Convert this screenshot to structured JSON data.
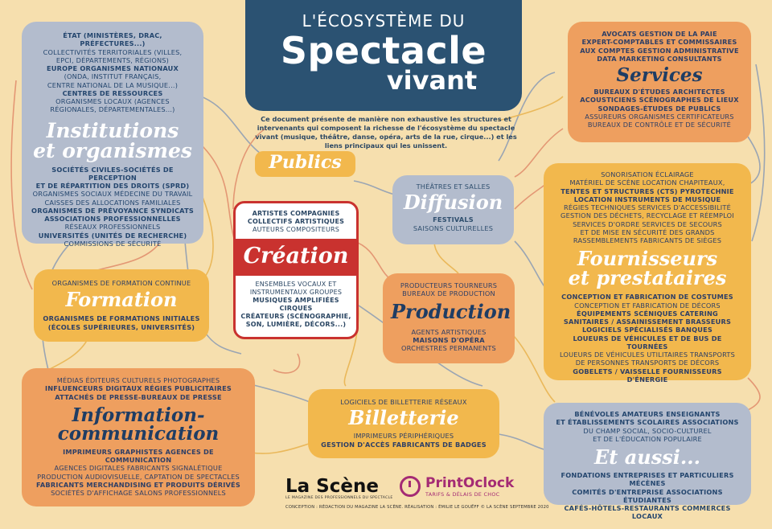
{
  "header": {
    "line1": "L'ÉCOSYSTÈME DU",
    "line2": "Spectacle",
    "line3": "vivant"
  },
  "intro": "Ce document présente de manière non exhaustive les structures et intervenants qui composent la richesse de l'écosystème du spectacle vivant (musique, théâtre, danse, opéra, arts de la rue, cirque...) et les liens principaux qui les unissent.",
  "institutions": {
    "title_1": "Institutions",
    "title_2": "et organismes",
    "top": [
      "ÉTAT (MINISTÈRES, DRAC, PRÉFECTURES...)",
      "COLLECTIVITÉS TERRITORIALES (VILLES,",
      "EPCI, DÉPARTEMENTS, RÉGIONS)",
      "EUROPE ORGANISMES NATIONAUX",
      "(ONDA, INSTITUT FRANÇAIS,",
      "CENTRE NATIONAL DE LA MUSIQUE...)",
      "CENTRES DE RESSOURCES",
      "ORGANISMES LOCAUX (AGENCES",
      "RÉGIONALES, DÉPARTEMENTALES...)"
    ],
    "bottom": [
      "SOCIÉTÉS CIVILES-SOCIÉTÉS DE PERCEPTION",
      "ET DE RÉPARTITION DES DROITS (SPRD)",
      "ORGANISMES SOCIAUX MÉDECINE DU TRAVAIL",
      "CAISSES DES ALLOCATIONS FAMILIALES",
      "ORGANISMES DE PRÉVOYANCE SYNDICATS",
      "ASSOCIATIONS PROFESSIONNELLES",
      "RÉSEAUX PROFESSIONNELS",
      "UNIVERSITÉS (UNITÉS DE RECHERCHE)",
      "COMMISSIONS DE SÉCURITÉ"
    ]
  },
  "publics": {
    "title": "Publics"
  },
  "diffusion": {
    "line1": "THÉÂTRES ET SALLES",
    "title": "Diffusion",
    "line2": "FESTIVALS",
    "line3": "SAISONS CULTURELLES"
  },
  "creation": {
    "top": [
      "ARTISTES COMPAGNIES",
      "COLLECTIFS ARTISTIQUES",
      "AUTEURS COMPOSITEURS"
    ],
    "title": "Création",
    "bottom": [
      "ENSEMBLES VOCAUX ET",
      "INSTRUMENTAUX GROUPES",
      "MUSIQUES AMPLIFIÉES CIRQUES",
      "CRÉATEURS (SCÉNOGRAPHIE,",
      "SON, LUMIÈRE, DÉCORS...)"
    ]
  },
  "formation": {
    "line1": "ORGANISMES DE FORMATION CONTINUE",
    "title": "Formation",
    "line2": "ORGANISMES DE FORMATIONS INITIALES",
    "line3": "(ÉCOLES SUPÉRIEURES, UNIVERSITÉS)"
  },
  "production": {
    "top": [
      "PRODUCTEURS TOURNEURS",
      "BUREAUX DE PRODUCTION"
    ],
    "title": "Production",
    "bottom": [
      "AGENTS ARTISTIQUES",
      "MAISONS D'OPÉRA",
      "ORCHESTRES PERMANENTS"
    ]
  },
  "services": {
    "top": [
      "AVOCATS GESTION DE LA PAIE",
      "EXPERT-COMPTABLES ET COMMISSAIRES",
      "AUX COMPTES GESTION ADMINISTRATIVE",
      "DATA MARKETING CONSULTANTS"
    ],
    "title": "Services",
    "bottom": [
      "BUREAUX D'ÉTUDES ARCHITECTES",
      "ACOUSTICIENS SCÉNOGRAPHES DE LIEUX",
      "SONDAGES-ÉTUDES DE PUBLICS",
      "ASSUREURS ORGANISMES CERTIFICATEURS",
      "BUREAUX DE CONTRÔLE ET DE SÉCURITÉ"
    ]
  },
  "fournisseurs": {
    "top": [
      "SONORISATION ÉCLAIRAGE",
      "MATÉRIEL DE SCÈNE LOCATION CHAPITEAUX,",
      "TENTES ET STRUCTURES (CTS) PYROTECHNIE",
      "LOCATION INSTRUMENTS DE MUSIQUE",
      "RÉGIES TECHNIQUES SERVICES D'ACCESSIBILITÉ",
      "GESTION DES DÉCHETS, RECYCLAGE ET RÉEMPLOI",
      "SERVICES D'ORDRE SERVICES DE SECOURS",
      "ET DE MISE EN SÉCURITÉ DES GRANDS",
      "RASSEMBLEMENTS FABRICANTS DE SIÈGES"
    ],
    "title_1": "Fournisseurs",
    "title_2": "et prestataires",
    "bottom": [
      "CONCEPTION ET FABRICATION DE COSTUMES",
      "CONCEPTION ET FABRICATION DE DÉCORS",
      "ÉQUIPEMENTS SCÉNIQUES CATERING",
      "SANITAIRES / ASSAINISSEMENT BRASSEURS",
      "LOGICIELS SPÉCIALISÉS BANQUES",
      "LOUEURS DE VÉHICULES ET DE BUS DE TOURNÉES",
      "LOUEURS DE VÉHICULES UTILITAIRES TRANSPORTS",
      "DE PERSONNES TRANSPORTS DE DÉCORS",
      "GOBELETS / VAISSELLE FOURNISSEURS D'ÉNERGIE"
    ]
  },
  "information": {
    "top": [
      "MÉDIAS ÉDITEURS CULTURELS PHOTOGRAPHES",
      "INFLUENCEURS DIGITAUX RÉGIES PUBLICITAIRES",
      "ATTACHÉS DE PRESSE-BUREAUX DE PRESSE"
    ],
    "title_1": "Information-",
    "title_2": "communication",
    "bottom": [
      "IMPRIMEURS GRAPHISTES AGENCES DE COMMUNICATION",
      "AGENCES DIGITALES FABRICANTS SIGNALÉTIQUE",
      "PRODUCTION AUDIOVISUELLE, CAPTATION DE SPECTACLES",
      "FABRICANTS MERCHANDISING ET PRODUITS DÉRIVÉS",
      "SOCIÉTÉS D'AFFICHAGE SALONS PROFESSIONNELS"
    ]
  },
  "billetterie": {
    "line1": "LOGICIELS DE BILLETTERIE RÉSEAUX",
    "title": "Billetterie",
    "line2": "IMPRIMEURS PÉRIPHÉRIQUES",
    "line3": "GESTION D'ACCÈS FABRICANTS DE BADGES"
  },
  "etaussi": {
    "top": [
      "BÉNÉVOLES AMATEURS ENSEIGNANTS",
      "ET ÉTABLISSEMENTS SCOLAIRES ASSOCIATIONS",
      "DU CHAMP SOCIAL, SOCIO-CULTUREL",
      "ET DE L'ÉDUCATION POPULAIRE"
    ],
    "title": "Et aussi...",
    "bottom": [
      "FONDATIONS ENTREPRISES ET PARTICULIERS MÉCÈNES",
      "COMITÉS D'ENTREPRISE ASSOCIATIONS ÉTUDIANTES",
      "CAFÉS-HÔTELS-RESTAURANTS COMMERCES LOCAUX"
    ]
  },
  "logos": {
    "lascene": "La Scène",
    "lascene_sub": "LE MAGAZINE DES PROFESSIONNELS DU SPECTACLE",
    "printoclock": "PrintOclock",
    "printoclock_sub": "TARIFS & DÉLAIS DE CHOC"
  },
  "footer": "CONCEPTION : RÉDACTION DU MAGAZINE LA SCÈNE. RÉALISATION : ÉMILIE LE GOUËFF © LA SCÈNE SEPTEMBRE 2020",
  "colors": {
    "background": "#f6dfae",
    "navy": "#2b5272",
    "orange": "#ee9f5f",
    "yellow": "#f2b84d",
    "gray": "#b3bccd",
    "red": "#c9322f"
  }
}
